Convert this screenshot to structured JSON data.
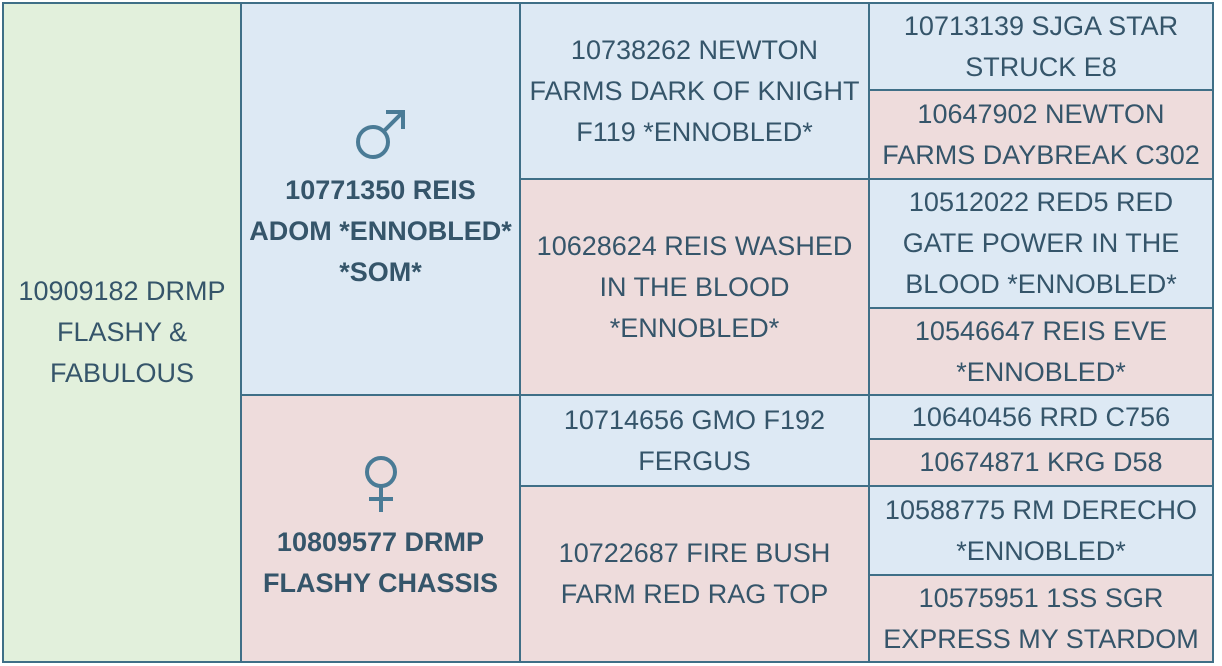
{
  "subject": {
    "name": "10909182 DRMP FLASHY & FABULOUS"
  },
  "sire": {
    "symbol": "male-symbol",
    "name": "10771350 REIS ADOM *ENNOBLED* *SOM*"
  },
  "dam": {
    "symbol": "female-symbol",
    "name": "10809577 DRMP FLASHY CHASSIS"
  },
  "sire_sire": {
    "name": "10738262 NEWTON FARMS DARK OF KNIGHT F119 *ENNOBLED*"
  },
  "sire_dam": {
    "name": "10628624 REIS WASHED IN THE BLOOD *ENNOBLED*"
  },
  "dam_sire": {
    "name": "10714656 GMO F192 FERGUS"
  },
  "dam_dam": {
    "name": "10722687 FIRE BUSH FARM RED RAG TOP"
  },
  "great_grandparents": [
    {
      "name": "10713139 SJGA STAR STRUCK E8"
    },
    {
      "name": "10647902 NEWTON FARMS DAYBREAK C302"
    },
    {
      "name": "10512022 RED5 RED GATE POWER IN THE BLOOD *ENNOBLED*"
    },
    {
      "name": "10546647 REIS EVE *ENNOBLED*"
    },
    {
      "name": "10640456 RRD C756"
    },
    {
      "name": "10674871 KRG D58"
    },
    {
      "name": "10588775 RM DERECHO *ENNOBLED*"
    },
    {
      "name": "10575951 1SS SGR EXPRESS MY STARDOM"
    }
  ],
  "colors": {
    "border": "#3f6f87",
    "text": "#35556a",
    "subject_bg": "#e2f0dc",
    "male_bg": "#dde9f4",
    "female_bg": "#eedcdc",
    "symbol": "#4a7b96"
  }
}
